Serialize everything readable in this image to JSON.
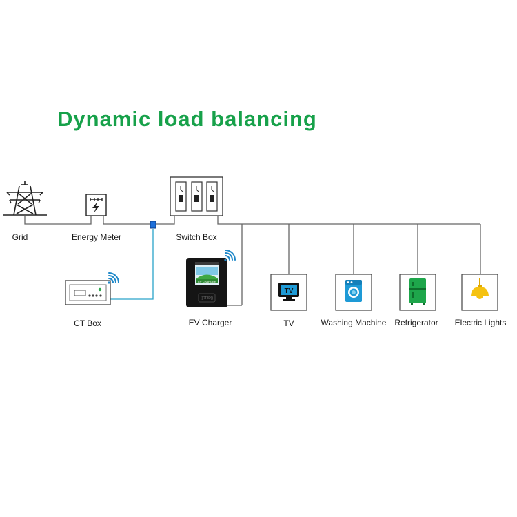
{
  "title": "Dynamic load balancing",
  "colors": {
    "title": "#17a14a",
    "wire": "#666666",
    "ct_wire": "#2aa3c9",
    "clamp": "#1e6fd9",
    "wifi": "#1e88c9",
    "appliance_accent": "#1e9ad6",
    "fridge": "#1ea64b",
    "lamp": "#f5c211"
  },
  "nodes": {
    "grid": {
      "label": "Grid",
      "icon": "power-tower-icon"
    },
    "energy_meter": {
      "label": "Energy Meter",
      "icon": "energy-meter-icon"
    },
    "switch_box": {
      "label": "Switch Box",
      "icon": "circuit-breaker-icon"
    },
    "ct_box": {
      "label": "CT Box",
      "icon": "ct-box-icon"
    },
    "ev_charger": {
      "label": "EV Charger",
      "icon": "ev-charger-icon",
      "screen_text": "EV CHARGER",
      "rfid_text": "((RFID))"
    },
    "tv": {
      "label": "TV",
      "icon": "tv-icon",
      "icon_text": "TV"
    },
    "washing_machine": {
      "label": "Washing Machine",
      "icon": "washing-machine-icon"
    },
    "refrigerator": {
      "label": "Refrigerator",
      "icon": "refrigerator-icon"
    },
    "electric_lights": {
      "label": "Electric Lights",
      "icon": "lamp-icon"
    }
  }
}
